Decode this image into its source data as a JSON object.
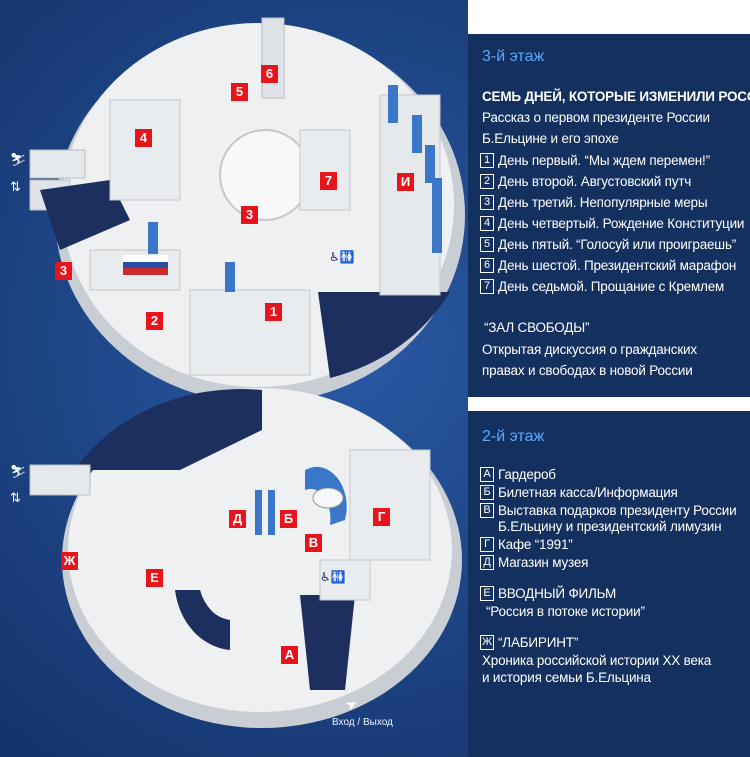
{
  "floor3": {
    "title": "3-й этаж",
    "exhibit_title": "СЕМЬ ДНЕЙ, КОТОРЫЕ ИЗМЕНИЛИ РОССИЮ",
    "exhibit_desc_1": "Рассказ о первом президенте России",
    "exhibit_desc_2": "Б.Ельцине и его эпохе",
    "days": [
      {
        "num": "1",
        "text": "День первый. “Мы ждем перемен!”"
      },
      {
        "num": "2",
        "text": "День второй. Августовский путч"
      },
      {
        "num": "3",
        "text": "День третий. Непопулярные меры"
      },
      {
        "num": "4",
        "text": "День четвертый. Рождение Конституции"
      },
      {
        "num": "5",
        "text": "День пятый. “Голосуй или проиграешь”"
      },
      {
        "num": "6",
        "text": "День шестой. Президентский марафон"
      },
      {
        "num": "7",
        "text": "День седьмой. Прощание с Кремлем"
      }
    ],
    "hall_title": "“ЗАЛ СВОБОДЫ”",
    "hall_desc_1": "Открытая дискуссия о гражданских",
    "hall_desc_2": "правах и свободах в новой России"
  },
  "floor2": {
    "title": "2-й этаж",
    "items": [
      {
        "num": "А",
        "text": "Гардероб"
      },
      {
        "num": "Б",
        "text": "Билетная касса/Информация"
      },
      {
        "num": "В",
        "text": "Выставка подарков президенту России"
      },
      {
        "num": "Г",
        "text": "Кафе “1991”"
      },
      {
        "num": "Д",
        "text": "Магазин музея"
      }
    ],
    "item_v_cont": "Б.Ельцину и президентский лимузин",
    "film_num": "Е",
    "film_title": "ВВОДНЫЙ ФИЛЬМ",
    "film_desc": "“Россия в потоке истории”",
    "lab_num": "Ж",
    "lab_title": "“ЛАБИРИНТ”",
    "lab_desc_1": "Хроника российской истории XX века",
    "lab_desc_2": "и история семьи Б.Ельцина"
  },
  "map_labels_3": {
    "l1": "1",
    "l2": "2",
    "l3a": "3",
    "l3b": "3",
    "l4": "4",
    "l5": "5",
    "l6": "6",
    "l7": "7",
    "lI": "И"
  },
  "map_labels_2": {
    "lA": "А",
    "lB": "Б",
    "lV": "В",
    "lG": "Г",
    "lD": "Д",
    "lE": "Е",
    "lZh": "Ж"
  },
  "entrance_label": "Вход / Выход",
  "icons": {
    "stairs": "stairs-icon",
    "elevator": "elevator-icon",
    "restroom": "restroom-icon",
    "entrance_arrow": "cursor-arrow-icon"
  },
  "colors": {
    "background": "#13305f",
    "label": "#e8141b",
    "accent": "#5aa9ff",
    "floor": "#f2f4f6"
  }
}
